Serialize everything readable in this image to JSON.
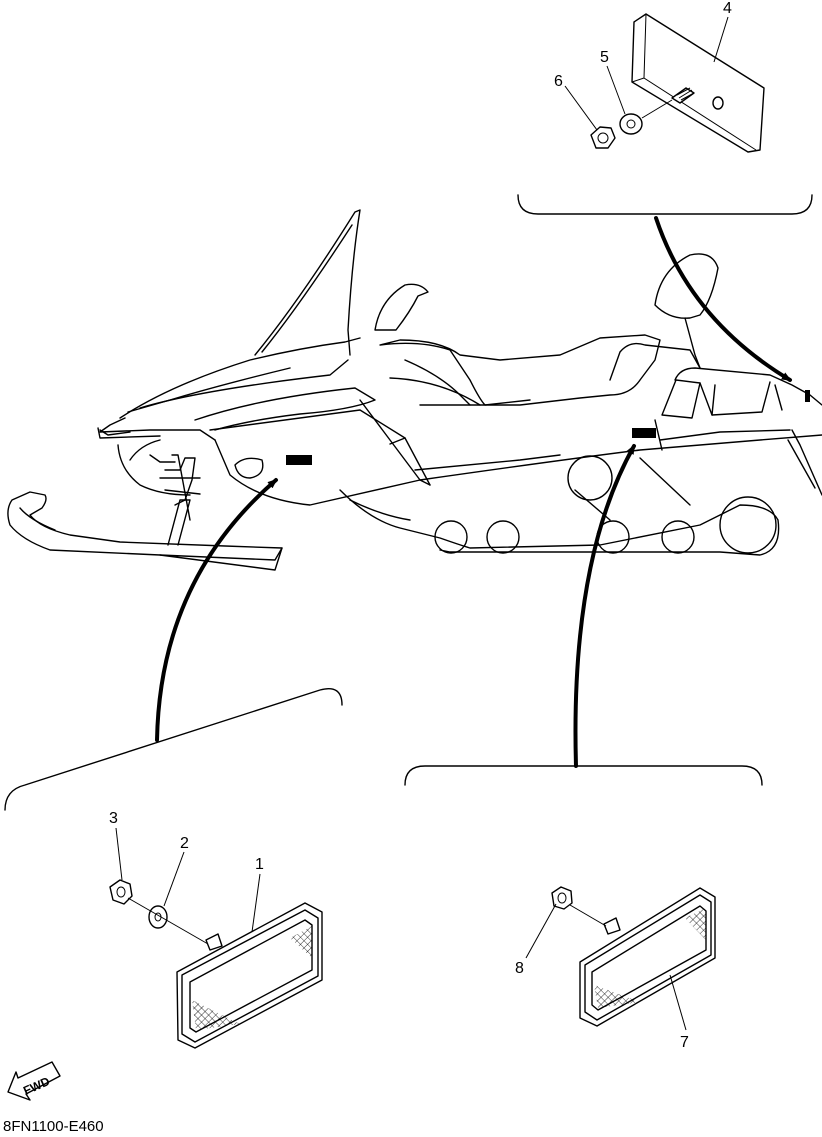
{
  "callouts": {
    "c1": "1",
    "c2": "2",
    "c3": "3",
    "c4": "4",
    "c5": "5",
    "c6": "6",
    "c7": "7",
    "c8": "8"
  },
  "fwd_label": "FWD",
  "diagram_code": "8FN1100-E460"
}
